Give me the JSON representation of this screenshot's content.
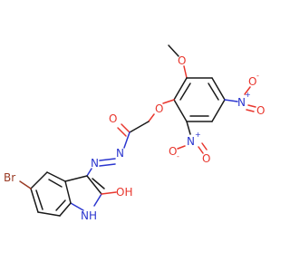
{
  "atom_labels": {
    "bromine": "Br",
    "carbonyl_oxygen": "O",
    "ether_oxygen": "O",
    "methoxy_oxygen": "O",
    "azo_nitrogen_left": "N",
    "azo_nitrogen_right": "N",
    "enol_oxygen": "OH",
    "indole_nh": "NH",
    "nitro_top_nitrogen": "N",
    "nitro_top_oxygen_a": "O",
    "nitro_top_oxygen_b": "O",
    "nitro_bottom_nitrogen": "N",
    "nitro_bottom_oxygen_a": "O",
    "nitro_bottom_oxygen_b": "O"
  },
  "charges": {
    "plus": "+",
    "minus": "-"
  },
  "colors": {
    "carbon_bond": "#1a1a1a",
    "oxygen": "#e8362d",
    "nitrogen": "#2b36cf",
    "bromine": "#9a3b25",
    "background": "#ffffff"
  }
}
